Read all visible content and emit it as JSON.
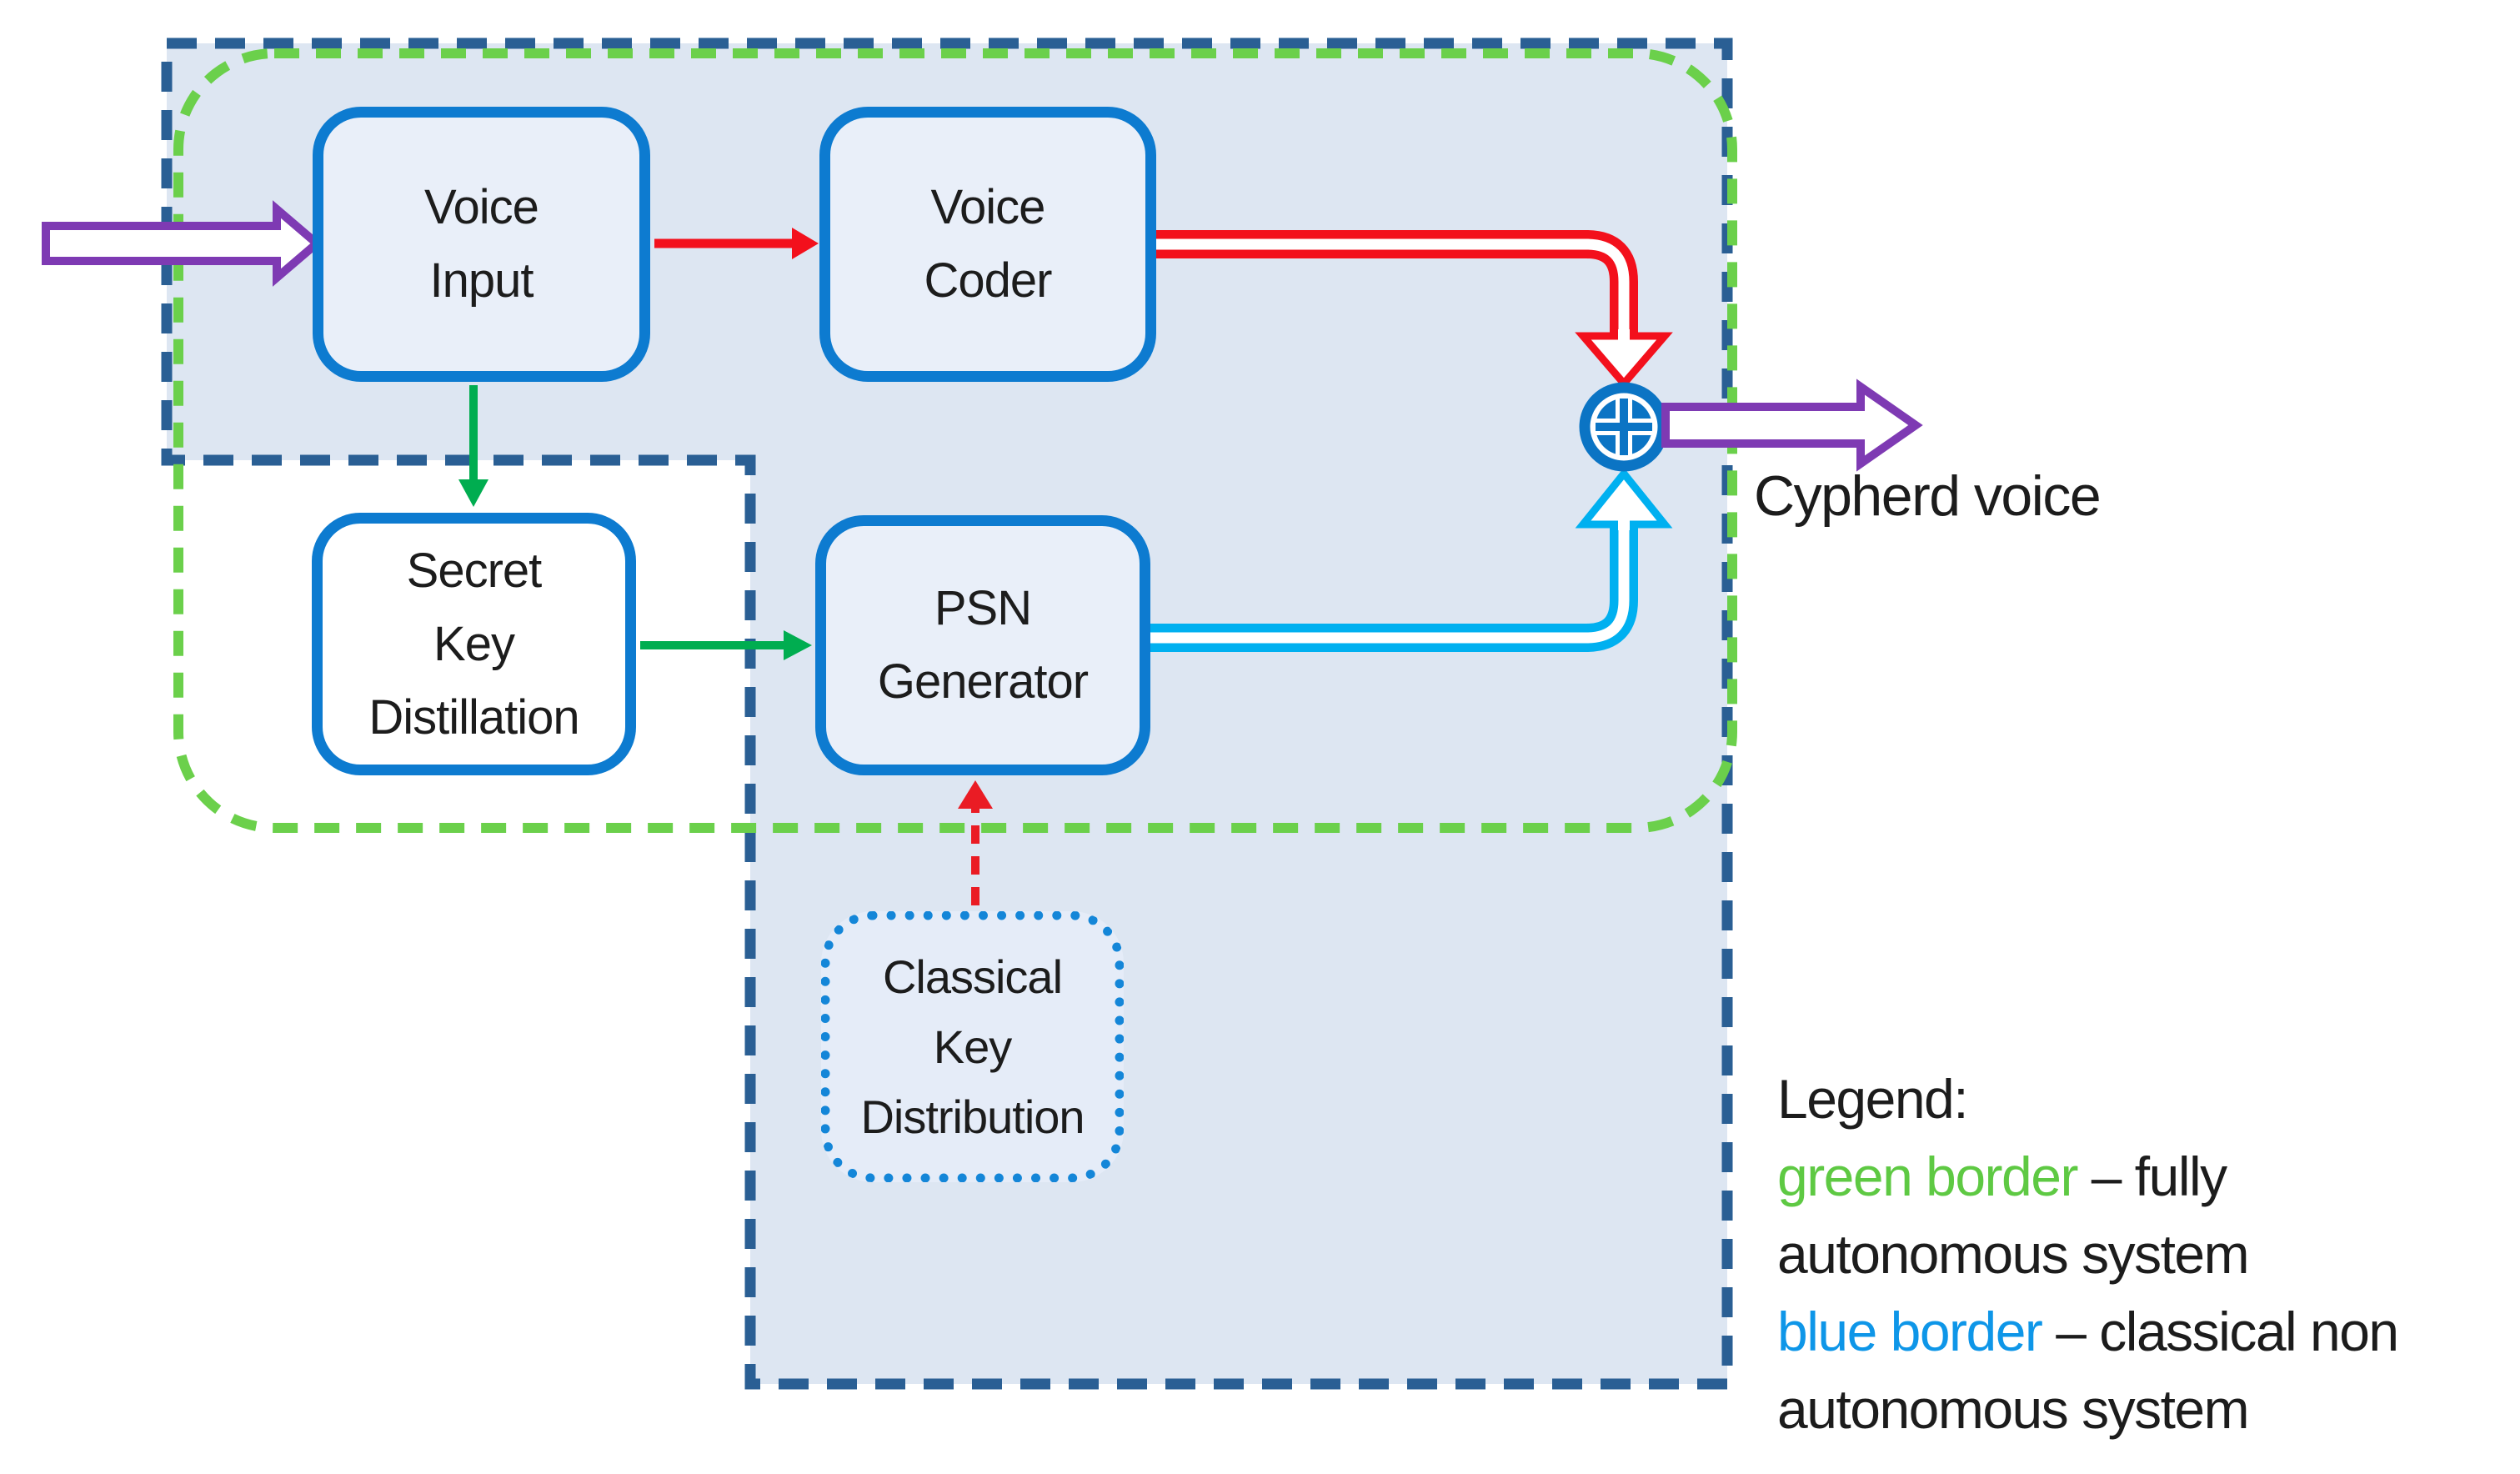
{
  "boxes": {
    "voice_input": {
      "label": "Voice\nInput"
    },
    "voice_coder": {
      "label": "Voice\nCoder"
    },
    "secret_key": {
      "label": "Secret\nKey\nDistillation"
    },
    "psn_generator": {
      "label": "PSN\nGenerator"
    },
    "classical_key": {
      "label": "Classical\nKey\nDistribution"
    }
  },
  "labels": {
    "output": "Cypherd voice"
  },
  "legend": {
    "title": "Legend:",
    "green_term": "green border",
    "green_rest": " – fully",
    "line3": "autonomous system",
    "blue_term": "blue border",
    "blue_rest": " – classical non",
    "line5": "autonomous system"
  },
  "icons": {
    "xor_icon": "⊕"
  },
  "colors": {
    "region_fill": "#dde6f2",
    "box_border_blue": "#0d7bd0",
    "dashed_border_navy": "#2a5f94",
    "dashed_border_green": "#6bd04b",
    "dotted_border_blue": "#1486d8",
    "arrow_red": "#f3101c",
    "arrow_red_dashed": "#ea1c24",
    "arrow_green": "#00ad50",
    "arrow_cyan": "#00b0f0",
    "arrow_purple": "#7e3ab3",
    "xor_blue": "#0b74c4",
    "legend_green": "#5ec943",
    "legend_blue": "#0e96e8",
    "text": "#1c1c1c"
  }
}
